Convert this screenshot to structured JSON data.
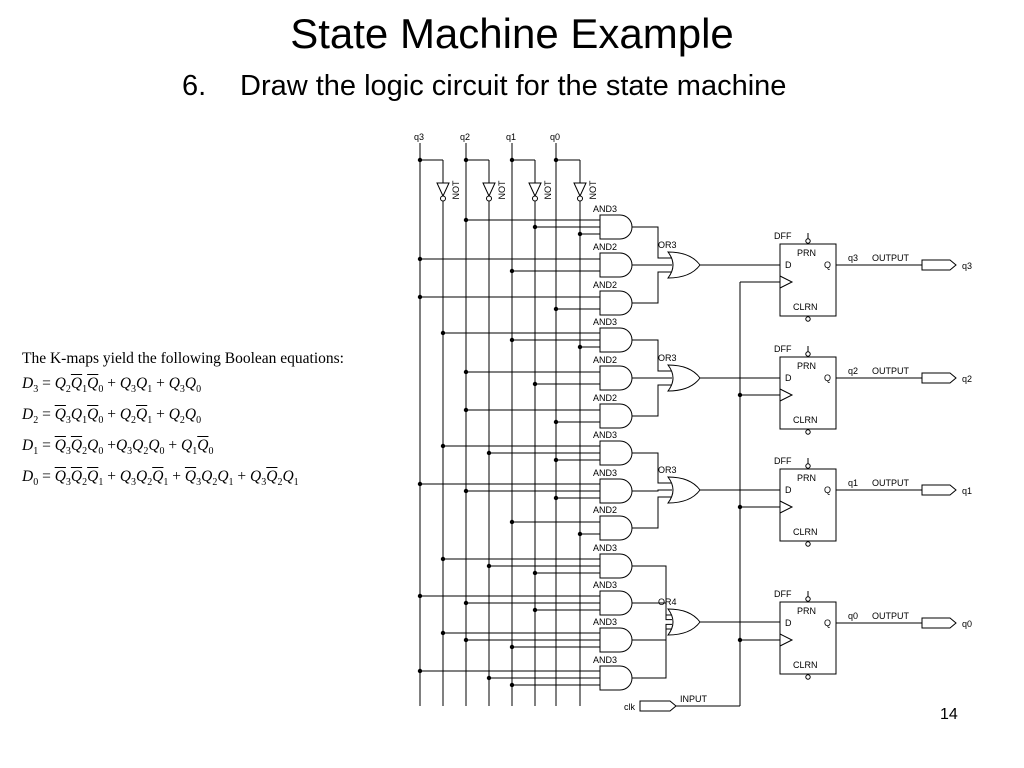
{
  "slide": {
    "title": "State Machine Example",
    "step_number": "6.",
    "step_text": "Draw the logic circuit for the state machine",
    "page_number": "14"
  },
  "equations": {
    "intro": "The K-maps yield the following Boolean equations:",
    "lines": [
      [
        {
          "t": "D"
        },
        {
          "t": "3",
          "s": 1
        },
        {
          "t": " = "
        },
        {
          "t": "Q"
        },
        {
          "t": "2",
          "s": 1
        },
        {
          "t": "Q",
          "o": 1
        },
        {
          "t": "1",
          "s": 1
        },
        {
          "t": "Q",
          "o": 1
        },
        {
          "t": "0",
          "s": 1
        },
        {
          "t": " + "
        },
        {
          "t": "Q"
        },
        {
          "t": "3",
          "s": 1
        },
        {
          "t": "Q"
        },
        {
          "t": "1",
          "s": 1
        },
        {
          "t": " + "
        },
        {
          "t": "Q"
        },
        {
          "t": "3",
          "s": 1
        },
        {
          "t": "Q"
        },
        {
          "t": "0",
          "s": 1
        }
      ],
      [
        {
          "t": "D"
        },
        {
          "t": "2",
          "s": 1
        },
        {
          "t": " = "
        },
        {
          "t": "Q",
          "o": 1
        },
        {
          "t": "3",
          "s": 1
        },
        {
          "t": "Q"
        },
        {
          "t": "1",
          "s": 1
        },
        {
          "t": "Q",
          "o": 1
        },
        {
          "t": "0",
          "s": 1
        },
        {
          "t": " + "
        },
        {
          "t": "Q"
        },
        {
          "t": "2",
          "s": 1
        },
        {
          "t": "Q",
          "o": 1
        },
        {
          "t": "1",
          "s": 1
        },
        {
          "t": " + "
        },
        {
          "t": "Q"
        },
        {
          "t": "2",
          "s": 1
        },
        {
          "t": "Q"
        },
        {
          "t": "0",
          "s": 1
        }
      ],
      [
        {
          "t": "D"
        },
        {
          "t": "1",
          "s": 1
        },
        {
          "t": " = "
        },
        {
          "t": "Q",
          "o": 1
        },
        {
          "t": "3",
          "s": 1
        },
        {
          "t": "Q",
          "o": 1
        },
        {
          "t": "2",
          "s": 1
        },
        {
          "t": "Q"
        },
        {
          "t": "0",
          "s": 1
        },
        {
          "t": " +"
        },
        {
          "t": "Q"
        },
        {
          "t": "3",
          "s": 1
        },
        {
          "t": "Q"
        },
        {
          "t": "2",
          "s": 1
        },
        {
          "t": "Q"
        },
        {
          "t": "0",
          "s": 1
        },
        {
          "t": " + "
        },
        {
          "t": "Q"
        },
        {
          "t": "1",
          "s": 1
        },
        {
          "t": "Q",
          "o": 1
        },
        {
          "t": "0",
          "s": 1
        }
      ],
      [
        {
          "t": "D"
        },
        {
          "t": "0",
          "s": 1
        },
        {
          "t": " = "
        },
        {
          "t": "Q",
          "o": 1
        },
        {
          "t": "3",
          "s": 1
        },
        {
          "t": "Q",
          "o": 1
        },
        {
          "t": "2",
          "s": 1
        },
        {
          "t": "Q",
          "o": 1
        },
        {
          "t": "1",
          "s": 1
        },
        {
          "t": " + "
        },
        {
          "t": "Q"
        },
        {
          "t": "3",
          "s": 1
        },
        {
          "t": "Q"
        },
        {
          "t": "2",
          "s": 1
        },
        {
          "t": "Q",
          "o": 1
        },
        {
          "t": "1",
          "s": 1
        },
        {
          "t": " + "
        },
        {
          "t": "Q",
          "o": 1
        },
        {
          "t": "3",
          "s": 1
        },
        {
          "t": "Q"
        },
        {
          "t": "2",
          "s": 1
        },
        {
          "t": "Q"
        },
        {
          "t": "1",
          "s": 1
        },
        {
          "t": " + "
        },
        {
          "t": "Q"
        },
        {
          "t": "3",
          "s": 1
        },
        {
          "t": "Q",
          "o": 1
        },
        {
          "t": "2",
          "s": 1
        },
        {
          "t": "Q"
        },
        {
          "t": "1",
          "s": 1
        }
      ]
    ]
  },
  "circuit": {
    "inputs": [
      "q3",
      "q2",
      "q1",
      "q0"
    ],
    "not_label": "NOT",
    "gate_labels": [
      "AND3",
      "AND2",
      "AND2",
      "AND3",
      "AND2",
      "AND2",
      "AND3",
      "AND3",
      "AND2",
      "AND3",
      "AND3",
      "AND3",
      "AND3"
    ],
    "or_labels": [
      "OR3",
      "OR3",
      "OR3",
      "OR4"
    ],
    "dff_label": "DFF",
    "prn_label": "PRN",
    "clrn_label": "CLRN",
    "d_label": "D",
    "q_label": "Q",
    "q_names": [
      "q3",
      "q2",
      "q1",
      "q0"
    ],
    "output_label": "OUTPUT",
    "output_names": [
      "q3",
      "q2",
      "q1",
      "q0"
    ],
    "clk_label": "clk",
    "input_label": "INPUT"
  }
}
